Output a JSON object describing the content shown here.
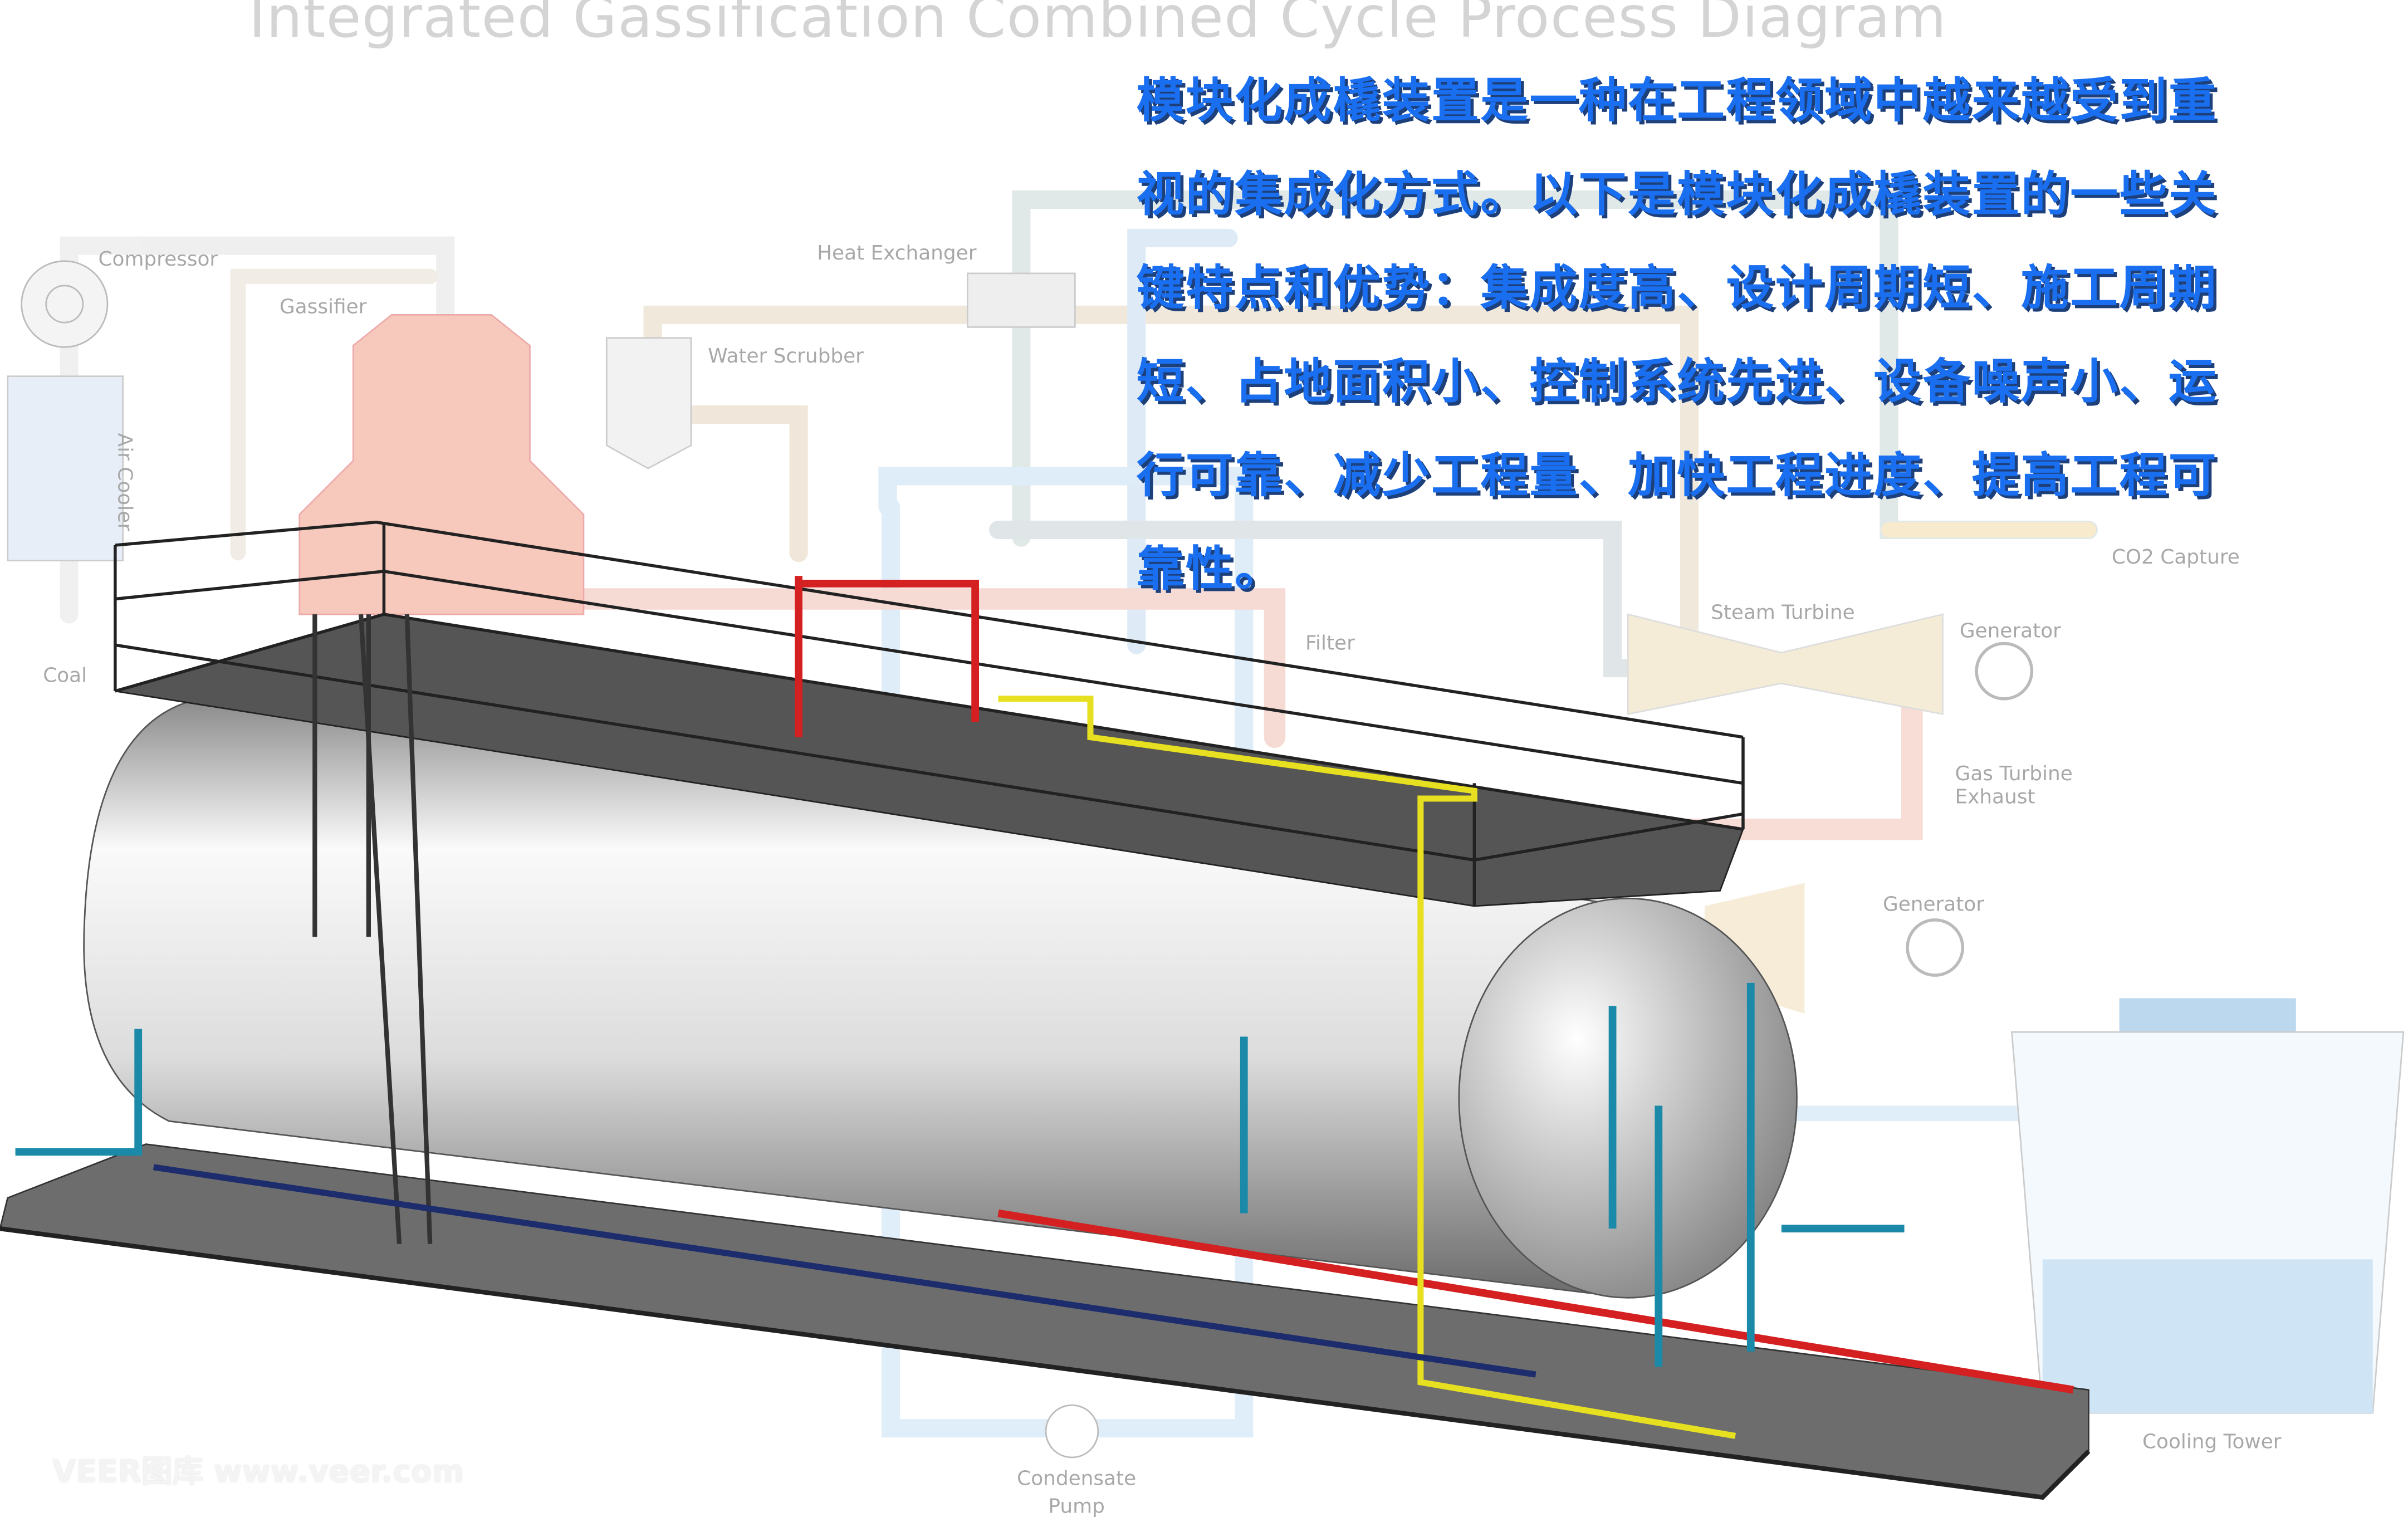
{
  "diagram": {
    "title": "Integrated Gassification Combined Cycle Process Diagram",
    "labels": {
      "compressor": "Compressor",
      "gassifier": "Gassifier",
      "air_cooler": "Air Cooler",
      "coal": "Coal",
      "heat_exchanger": "Heat Exchanger",
      "water_scrubber": "Water Scrubber",
      "filter": "Filter",
      "co2_capture": "CO2 Capture",
      "steam_turbine": "Steam Turbine",
      "generator_1": "Generator",
      "gas_turbine_exhaust": "Gas Turbine Exhaust",
      "generator_2": "Generator",
      "cooling_tower": "Cooling Tower",
      "condensate_pump": "Condensate Pump"
    },
    "watermark": "VEER图库 www.veer.com"
  },
  "caption": {
    "text": "模块化成橇装置是一种在工程领域中越来越受到重视的集成化方式。以下是模块化成橇装置的一些关键特点和优势：集成度高、设计周期短、施工周期短、占地面积小、控制系统先进、设备噪声小、运行可靠、减少工程量、加快工程进度、提高工程可靠性。"
  },
  "colors": {
    "caption_blue": "#1a6ff0",
    "pipe_red": "#d42020",
    "pipe_yellow": "#e6e020",
    "pipe_teal": "#1a8aa8"
  }
}
